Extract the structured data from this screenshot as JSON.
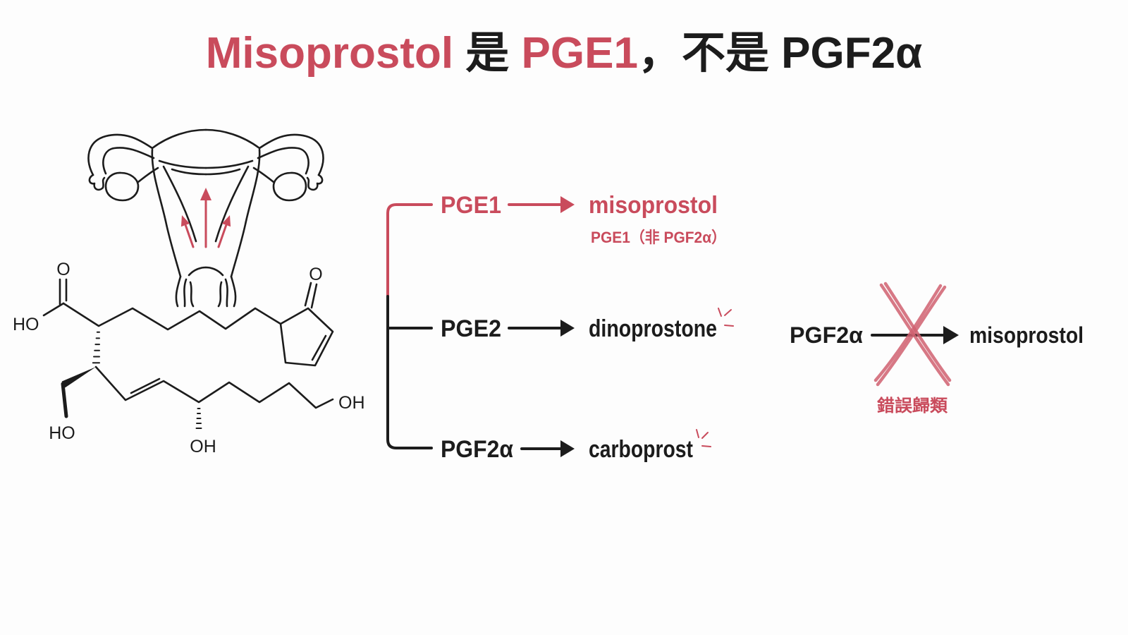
{
  "title": {
    "segments": [
      {
        "text": "Misoprostol",
        "accent": true
      },
      {
        "text": " 是 ",
        "accent": false
      },
      {
        "text": "PGE1",
        "accent": true
      },
      {
        "text": "，不是 PGF2α",
        "accent": false
      }
    ]
  },
  "colors": {
    "accent": "#c94b5c",
    "ink": "#1c1c1c",
    "cross": "#d06070",
    "background": "#fdfdfd"
  },
  "icons": {
    "uterus": "uterus-illustration",
    "structure": "misoprostol-skeletal-formula",
    "arrow": "arrow-right-icon",
    "emphasis": "sparkle-icon",
    "wrong": "cross-mark-icon"
  },
  "structure_labels": {
    "carboxyl_o": "O",
    "carboxyl_ho": "HO",
    "ketone_o": "O",
    "side_ho": "HO",
    "chain_oh": "OH",
    "terminal_oh": "OH"
  },
  "classification": {
    "rows": [
      {
        "class": "PGE1",
        "drug": "misoprostol",
        "note": "PGE1（非 PGF2α）",
        "accent": true
      },
      {
        "class": "PGE2",
        "drug": "dinoprostone",
        "accent": false,
        "emphasis_mark": true
      },
      {
        "class": "PGF2α",
        "drug": "carboprost",
        "accent": false,
        "emphasis_mark": true
      }
    ]
  },
  "misclassification": {
    "from": "PGF2α",
    "to": "misoprostol",
    "label": "錯誤歸類",
    "crossed_out": true
  }
}
